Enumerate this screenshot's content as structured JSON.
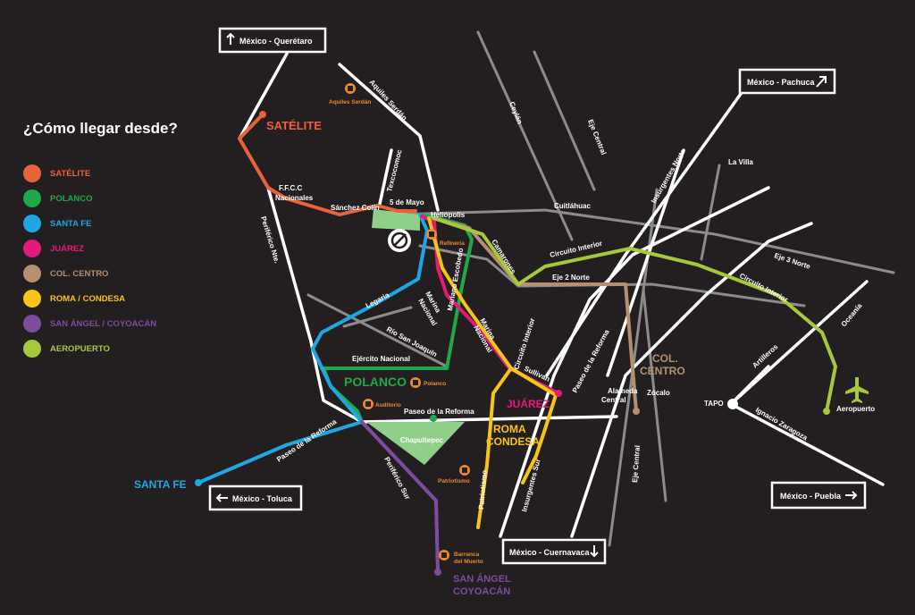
{
  "legend": {
    "title": "¿Cómo llegar desde?",
    "items": [
      {
        "label": "SATÉLITE",
        "color": "#e8633a"
      },
      {
        "label": "POLANCO",
        "color": "#1fa94a"
      },
      {
        "label": "SANTA FE",
        "color": "#1ea7e1"
      },
      {
        "label": "JUÁREZ",
        "color": "#e5197a"
      },
      {
        "label": "COL. CENTRO",
        "color": "#b59070"
      },
      {
        "label": "ROMA / CONDESA",
        "color": "#f7c516"
      },
      {
        "label": "SAN ÁNGEL / COYOACÁN",
        "color": "#7e4c9f"
      },
      {
        "label": "AEROPUERTO",
        "color": "#a6c93c"
      }
    ]
  },
  "exits": {
    "queretaro": "México - Querétaro",
    "pachuca": "México - Pachuca",
    "toluca": "México - Toluca",
    "cuernavaca": "México - Cuernavaca",
    "puebla": "México - Puebla"
  },
  "areas": {
    "satelite": "SATÉLITE",
    "polanco": "POLANCO",
    "juarez": "JUÁREZ",
    "roma": "ROMA",
    "condesa": "CONDESA",
    "centro1": "COL.",
    "centro2": "CENTRO",
    "santafe": "SANTA FE",
    "sanangel": "SAN ÁNGEL",
    "coyoacan": "COYOACÁN"
  },
  "streets": {
    "aquiles": "Aquiles Serdán",
    "texcoco": "Texcocomoc",
    "ffcc1": "F.F.C.C",
    "ffcc2": "Nacionales",
    "sanchez": "Sánchez Colín",
    "cinco_mayo": "5 de Mayo",
    "heliopolis": "Heliópolis",
    "periferico_nte": "Periférico Nte.",
    "legaria": "Legaria",
    "marina1": "Marina",
    "marina2": "Nacional",
    "marina3": "Marina",
    "marina4": "Nacional",
    "mariano": "Mariano Escobedo",
    "rio_sj": "Río San Joaquín",
    "ejercito": "Ejército Nacional",
    "camarones": "Camarones",
    "circuito1": "Circuito Interior",
    "circuito2": "Circuito Interior",
    "circuito3": "Circuito Interior",
    "eje2": "Eje 2 Norte",
    "cuitlahuac": "Cuitláhuac",
    "ceylan": "Ceylán",
    "eje_central1": "Eje Central",
    "eje_central2": "Eje Central",
    "insurgentes_n": "Insurgentes Norte",
    "villa": "La Villa",
    "eje3": "Eje 3 Norte",
    "oceania": "Oceanía",
    "artilleros": "Artilleros",
    "zaragoza": "Ignacio Zaragoza",
    "tapo": "TAPO",
    "aeropuerto": "Aeropuerto",
    "zocalo": "Zócalo",
    "alameda1": "Alameda",
    "alameda2": "Central",
    "sullivan": "Sullivan",
    "reforma1": "Paseo de la Reforma",
    "reforma2": "Paseo de la Reforma",
    "reforma3": "Paseo de la Reforma",
    "patriotismo": "Patriotismo",
    "insurgentes_s": "Insurgentes Sur",
    "periferico_sur": "Periférico Sur",
    "chapultepec": "Chapultepec"
  },
  "pois": {
    "aquiles": "Aquiles Serdán",
    "refineria": "Refinería",
    "polanco": "Polanco",
    "auditorio": "Auditorio",
    "patriotismo": "Patriotismo",
    "barranca1": "Barranca",
    "barranca2": "del Muerto"
  },
  "colors": {
    "background": "#231f20",
    "road": "#ffffff",
    "minor_road": "#8c8c8c",
    "park": "#8fcf8a",
    "poi": "#e88a2d"
  }
}
